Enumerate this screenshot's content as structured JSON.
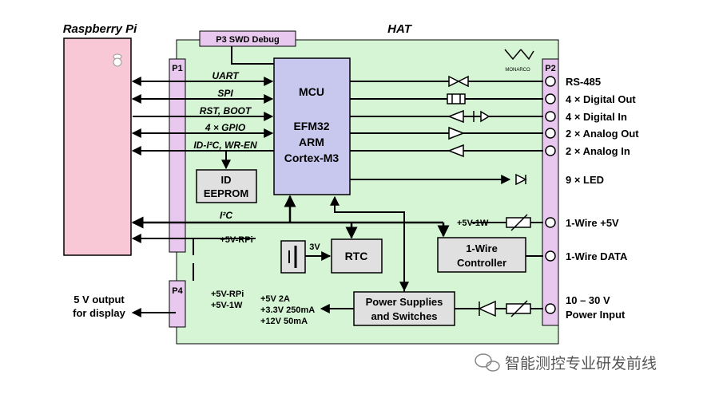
{
  "titles": {
    "rpi": "Raspberry Pi",
    "hat": "HAT"
  },
  "headers": {
    "p1": "P1",
    "p2": "P2",
    "p3": "P3  SWD Debug",
    "p4": "P4"
  },
  "blocks": {
    "mcu": "MCU",
    "mcu_chip": [
      "EFM32",
      "ARM",
      "Cortex-M3"
    ],
    "eeprom": [
      "ID",
      "EEPROM"
    ],
    "rtc": "RTC",
    "onewire_controller": [
      "1-Wire",
      "Controller"
    ],
    "power": [
      "Power Supplies",
      "and Switches"
    ],
    "battery_voltage": "3V",
    "logo": "MONARCO"
  },
  "buses": [
    {
      "label": "UART"
    },
    {
      "label": "SPI"
    },
    {
      "label": "RST, BOOT"
    },
    {
      "label": "4 × GPIO"
    },
    {
      "label": "ID-I²C, WR-EN"
    },
    {
      "label": "I²C"
    },
    {
      "label": "+5V-RPi"
    }
  ],
  "io_labels": [
    "RS-485",
    "4 × Digital Out",
    "4 × Digital In",
    "2 × Analog Out",
    "2 × Analog In",
    "9 × LED",
    "1-Wire +5V",
    "1-Wire DATA"
  ],
  "power_input": [
    "10 – 30 V",
    "Power Input"
  ],
  "onewire_supply": "+5V-1W",
  "output": [
    "5 V output",
    "for display"
  ],
  "rails_left": [
    "+5V-RPi",
    "+5V-1W"
  ],
  "rails_right": [
    "+5V 2A",
    "+3.3V 250mA",
    "+12V 50mA"
  ],
  "watermark": "智能测控专业研发前线",
  "colors": {
    "board": "#d5f5d5",
    "rpi": "#f8c8d6",
    "connector": "#e8c8ee",
    "mcu": "#c8c8ee",
    "block": "#e0e0e0"
  }
}
